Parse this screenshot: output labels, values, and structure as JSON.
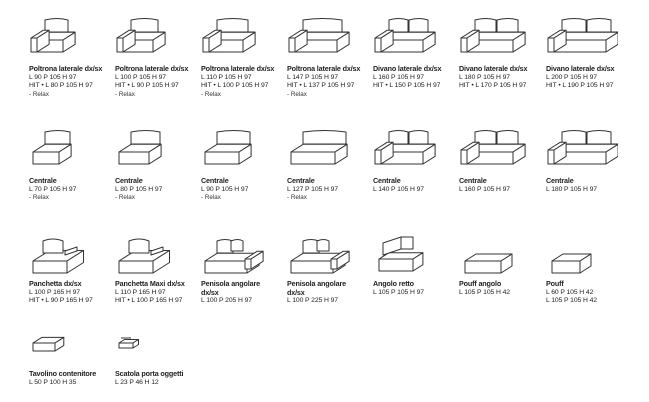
{
  "items": [
    {
      "name": "Poltrona laterale dx/sx",
      "l1": "L 90 P 105 H 97",
      "l2": "HIT • L 80 P 105 H 97",
      "note": "- Relax",
      "icon": "armchair-end-icon"
    },
    {
      "name": "Poltrona laterale dx/sx",
      "l1": "L 100 P 105 H 97",
      "l2": "HIT • L 90 P 105 H 97",
      "note": "- Relax",
      "icon": "armchair-end-icon"
    },
    {
      "name": "Poltrona laterale dx/sx",
      "l1": "L 110 P 105 H 97",
      "l2": "HIT • L 100 P 105 H 97",
      "note": "- Relax",
      "icon": "armchair-end-icon"
    },
    {
      "name": "Poltrona laterale dx/sx",
      "l1": "L 147 P 105 H 97",
      "l2": "HIT • L 137 P 105 H 97",
      "note": "- Relax",
      "icon": "armchair-end-icon"
    },
    {
      "name": "Divano laterale dx/sx",
      "l1": "L 160 P 105 H 97",
      "l2": "HIT • L 150 P 105 H 97",
      "note": "",
      "icon": "sofa-end-icon"
    },
    {
      "name": "Divano laterale dx/sx",
      "l1": "L 180 P 105 H 97",
      "l2": "HIT • L 170 P 105 H 97",
      "note": "",
      "icon": "sofa-end-icon"
    },
    {
      "name": "Divano laterale dx/sx",
      "l1": "L 200 P 105 H 97",
      "l2": "HIT • L 190 P 105 H 97",
      "note": "",
      "icon": "sofa-end-icon"
    },
    {
      "name": "Centrale",
      "l1": "L 70 P 105 H 97",
      "l2": "",
      "note": "- Relax",
      "icon": "central-seat-icon"
    },
    {
      "name": "Centrale",
      "l1": "L 80 P 105 H 97",
      "l2": "",
      "note": "- Relax",
      "icon": "central-seat-icon"
    },
    {
      "name": "Centrale",
      "l1": "L 90 P 105 H 97",
      "l2": "",
      "note": "- Relax",
      "icon": "central-seat-icon"
    },
    {
      "name": "Centrale",
      "l1": "L 127 P 105 H 97",
      "l2": "",
      "note": "- Relax",
      "icon": "central-seat-icon"
    },
    {
      "name": "Centrale",
      "l1": "L 140 P 105 H 97",
      "l2": "",
      "note": "",
      "icon": "central-sofa-icon"
    },
    {
      "name": "Centrale",
      "l1": "L 160 P 105 H 97",
      "l2": "",
      "note": "",
      "icon": "central-sofa-icon"
    },
    {
      "name": "Centrale",
      "l1": "L 180 P 105 H 97",
      "l2": "",
      "note": "",
      "icon": "central-sofa-icon"
    },
    {
      "name": "Panchetta dx/sx",
      "l1": "L 100 P 165 H 97",
      "l2": "HIT • L 90 P 165 H 97",
      "note": "",
      "icon": "bench-icon"
    },
    {
      "name": "Panchetta Maxi dx/sx",
      "l1": "L 110 P 165 H 97",
      "l2": "HIT • L 100 P 165 H 97",
      "note": "",
      "icon": "bench-maxi-icon"
    },
    {
      "name": "Penisola angolare",
      "name2": "dx/sx",
      "l1": "L 100 P 205 H 97",
      "l2": "",
      "note": "",
      "icon": "corner-peninsula-icon"
    },
    {
      "name": "Penisola angolare",
      "name2": "dx/sx",
      "l1": "L 100 P 225 H 97",
      "l2": "",
      "note": "",
      "icon": "corner-peninsula-icon"
    },
    {
      "name": "Angolo retto",
      "l1": "L 105 P 105 H 97",
      "l2": "",
      "note": "",
      "icon": "right-corner-icon"
    },
    {
      "name": "Pouff angolo",
      "l1": "L 105 P 105 H 42",
      "l2": "",
      "note": "",
      "icon": "corner-pouf-icon"
    },
    {
      "name": "Pouff",
      "l1": "L 60 P 105 H 42",
      "l2": "L 105 P 105 H 42",
      "note": "",
      "icon": "pouf-icon"
    },
    {
      "name": "Tavolino contenitore",
      "l1": "L 50 P 100 H 35",
      "l2": "",
      "note": "",
      "icon": "storage-table-icon"
    },
    {
      "name": "Scatola porta oggetti",
      "l1": "L 23 P 46 H 12",
      "l2": "",
      "note": "",
      "icon": "storage-box-icon"
    }
  ]
}
